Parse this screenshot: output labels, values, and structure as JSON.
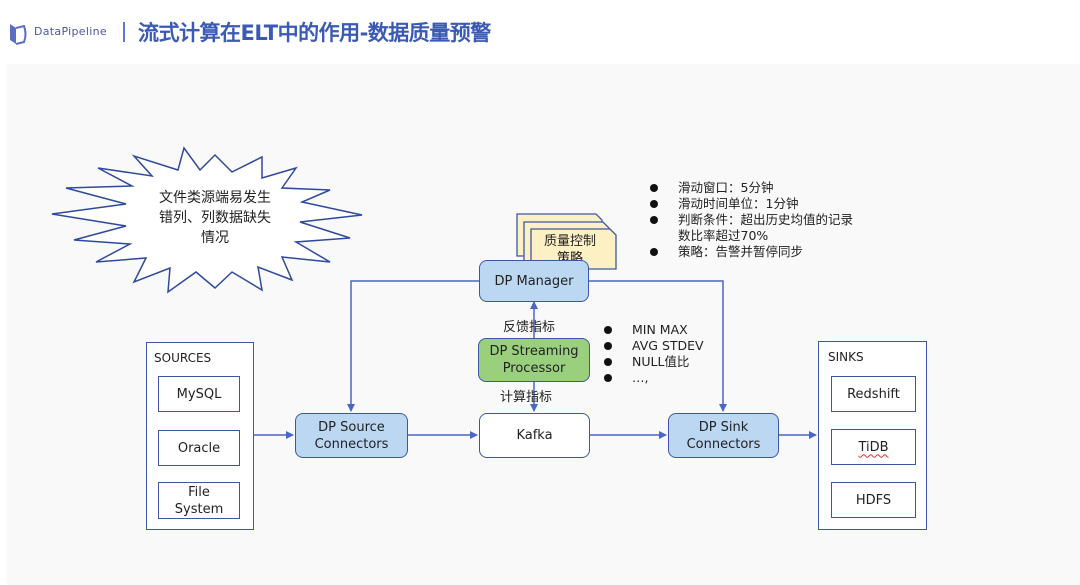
{
  "header": {
    "brand": "DataPipeline",
    "title": "流式计算在ELT中的作用-数据质量预警",
    "logo_icon": "datapipeline-logo-icon"
  },
  "callout": {
    "lines": [
      "文件类源端易发生",
      "错列、列数据缺失",
      "情况"
    ]
  },
  "policy_doc": {
    "lines": [
      "质量控制",
      "策略"
    ]
  },
  "policy_bullets": [
    "滑动窗口：5分钟",
    "滑动时间单位：1分钟",
    "判断条件：超出历史均值的记录",
    "数比率超过70%",
    "策略：告警并暂停同步"
  ],
  "metric_bullets": [
    "MIN MAX",
    "AVG STDEV",
    "NULL值比",
    "…,"
  ],
  "nodes": {
    "dp_manager": "DP Manager",
    "streaming_line1": "DP Streaming",
    "streaming_line2": "Processor",
    "source_line1": "DP Source",
    "source_line2": "Connectors",
    "kafka": "Kafka",
    "sink_line1": "DP Sink",
    "sink_line2": "Connectors"
  },
  "edge_labels": {
    "feedback": "反馈指标",
    "compute": "计算指标"
  },
  "sources": {
    "title": "SOURCES",
    "items": [
      "MySQL",
      "Oracle",
      "File",
      "System"
    ]
  },
  "sinks": {
    "title": "SINKS",
    "items": [
      "Redshift",
      "TiDB",
      "HDFS"
    ]
  },
  "colors": {
    "accent": "#3b5ab6",
    "stroke": "#3c57a6",
    "node_blue": "#bcd7f2",
    "node_green": "#99cf7d",
    "doc_yellow": "#fdf1c4"
  }
}
